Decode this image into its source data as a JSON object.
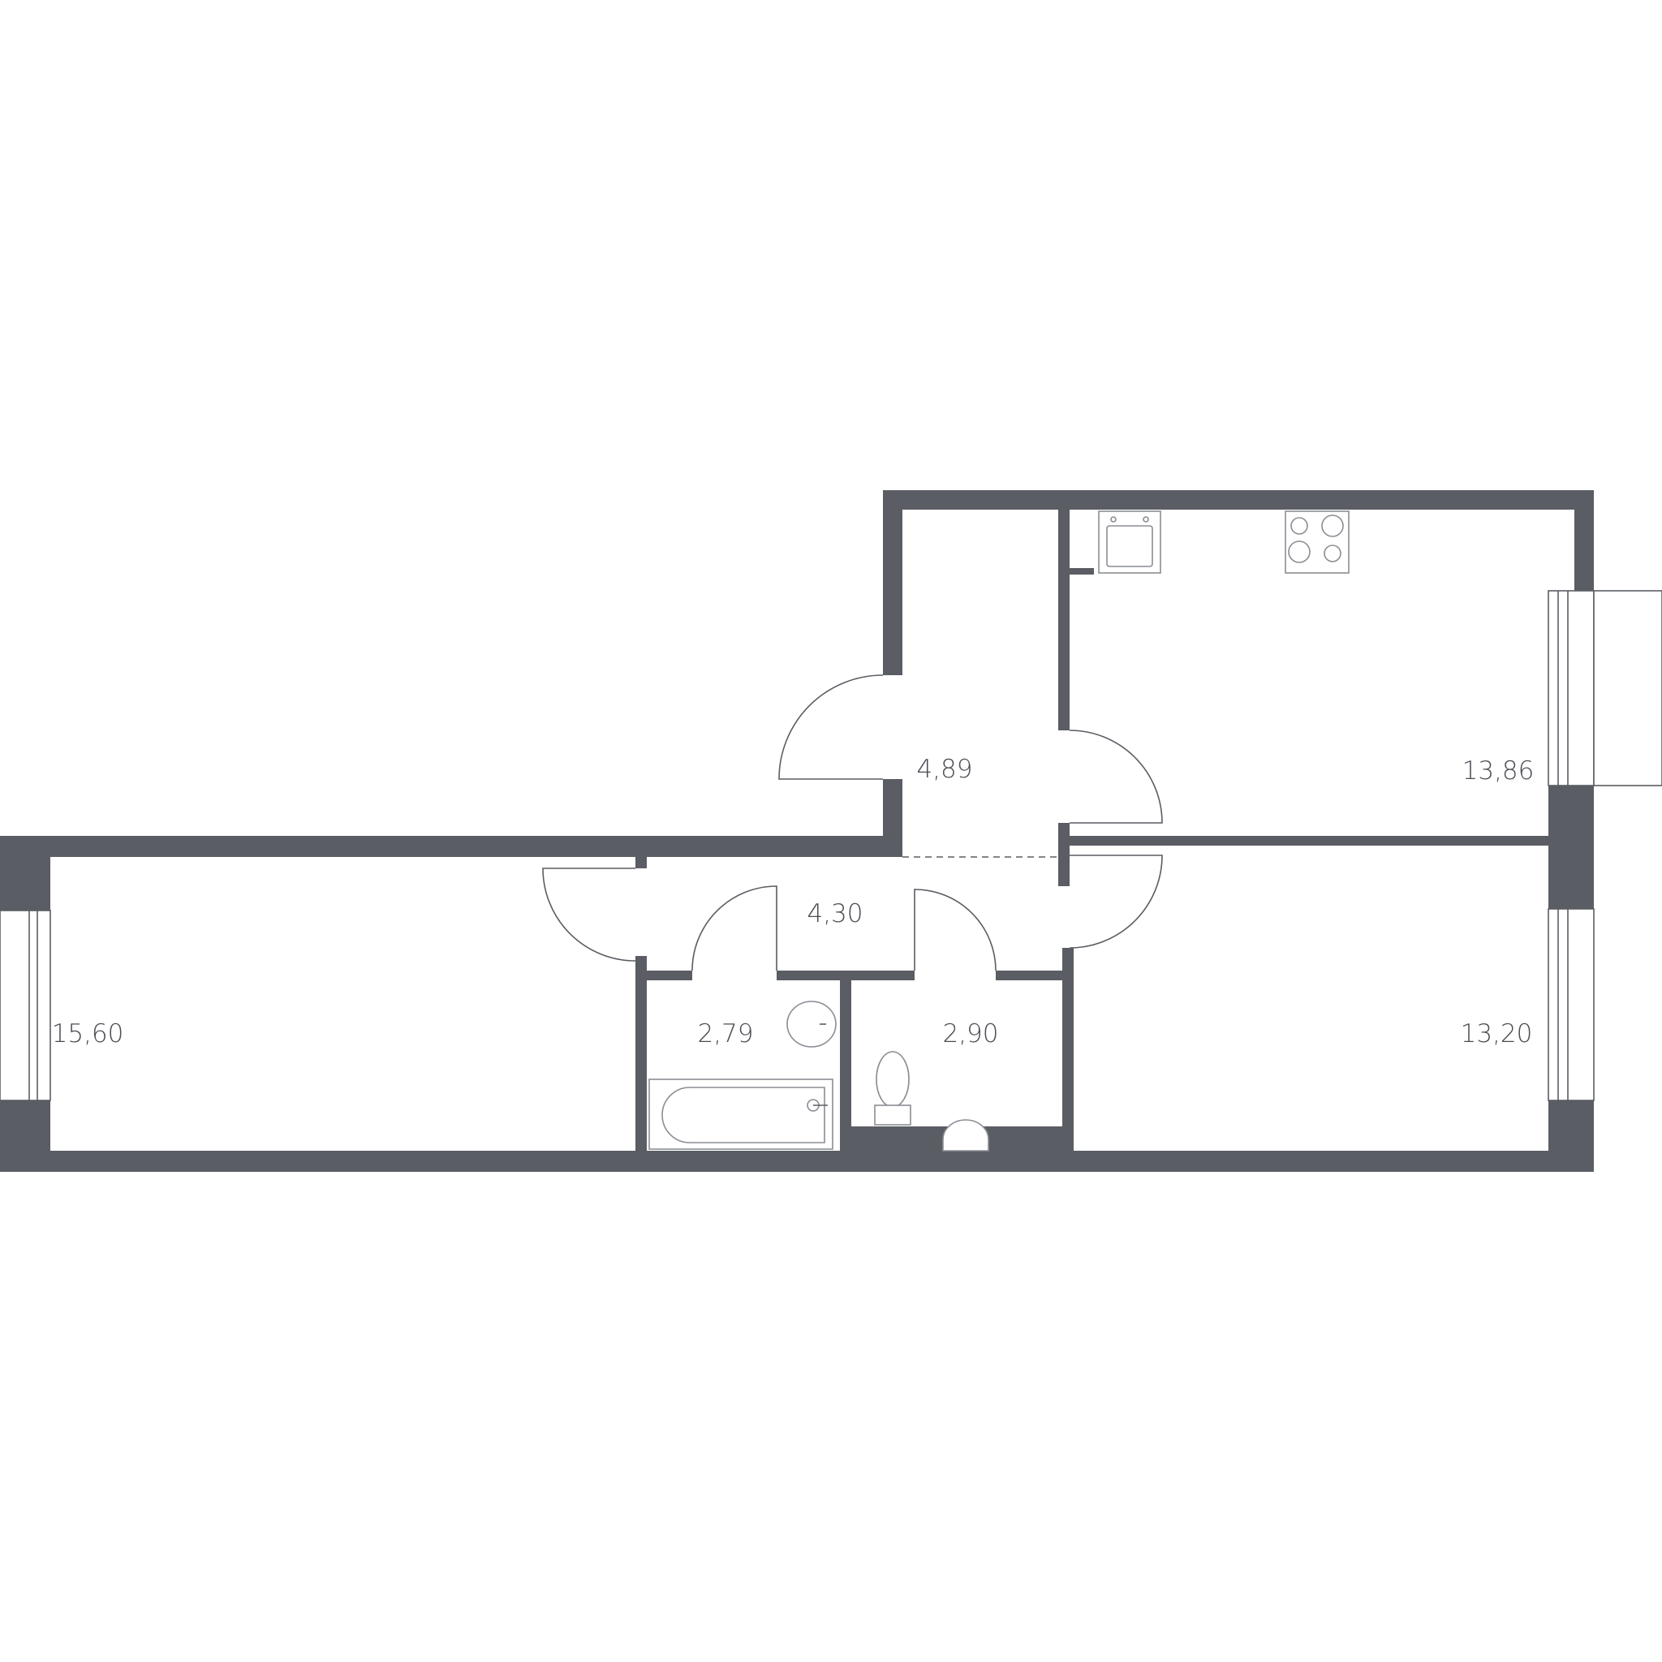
{
  "plan": {
    "rooms": [
      {
        "id": "hall",
        "area": "4,89"
      },
      {
        "id": "kitchen",
        "area": "13,86"
      },
      {
        "id": "corridor",
        "area": "4,30"
      },
      {
        "id": "bedroom",
        "area": "15,60"
      },
      {
        "id": "bath",
        "area": "2,79"
      },
      {
        "id": "wc",
        "area": "2,90"
      },
      {
        "id": "living",
        "area": "13,20"
      }
    ]
  },
  "colors": {
    "wall": "#5a5d63",
    "background": "#ffffff"
  }
}
